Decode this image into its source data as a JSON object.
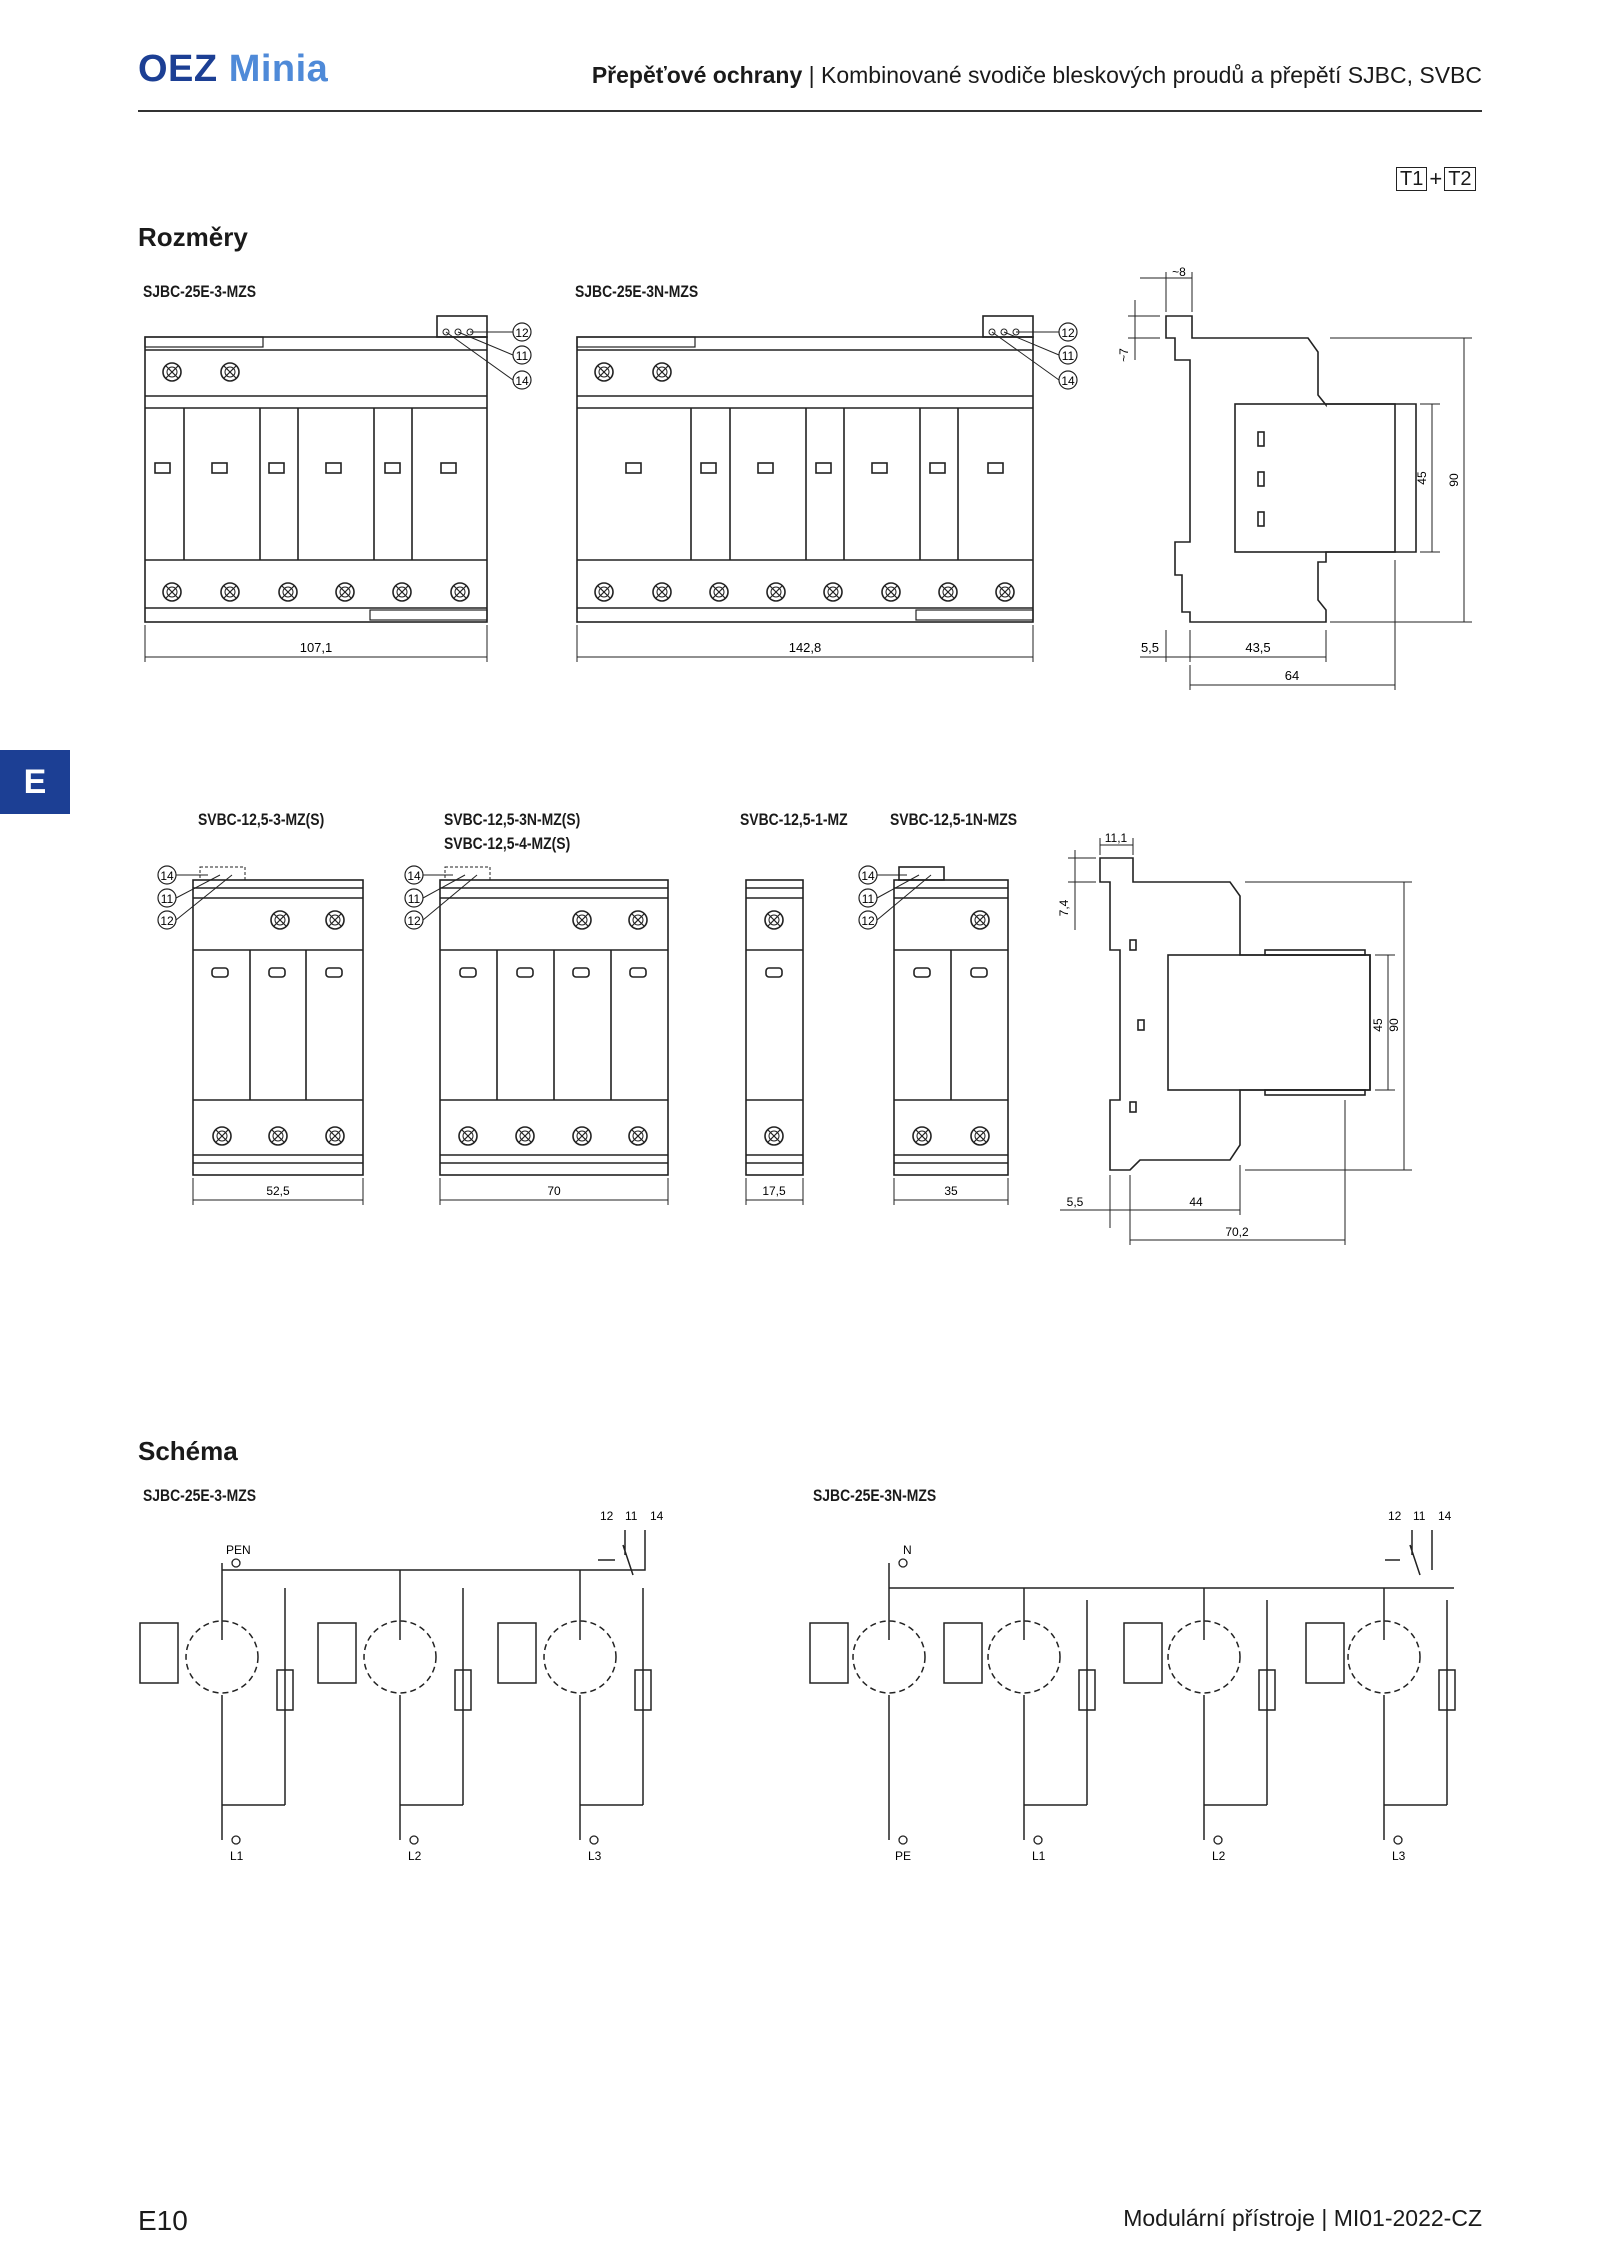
{
  "header": {
    "brand_main": "OEZ",
    "brand_sub": "Minia",
    "title_bold": "Přepěťové ochrany",
    "separator": "|",
    "title_rest": "Kombinované svodiče bleskových proudů a přepětí SJBC, SVBC"
  },
  "class_badge": {
    "t1": "T1",
    "plus": "+",
    "t2": "T2"
  },
  "side_tab": "E",
  "sections": {
    "dimensions_title": "Rozměry",
    "schema_title": "Schéma"
  },
  "dimensions": {
    "sjbc_3": {
      "label": "SJBC-25E-3-MZS",
      "width": "107,1"
    },
    "sjbc_3n": {
      "label": "SJBC-25E-3N-MZS",
      "width": "142,8"
    },
    "sjbc_side": {
      "d_top": "~8",
      "d_left": "~7",
      "d_45": "45",
      "d_90": "90",
      "d_55": "5,5",
      "d_435": "43,5",
      "d_64": "64"
    },
    "terminals": [
      "12",
      "11",
      "14"
    ],
    "svbc_3": {
      "label": "SVBC-12,5-3-MZ(S)",
      "width": "52,5"
    },
    "svbc_3n": {
      "label_1": "SVBC-12,5-3N-MZ(S)",
      "label_2": "SVBC-12,5-4-MZ(S)",
      "width": "70"
    },
    "svbc_1": {
      "label": "SVBC-12,5-1-MZ",
      "width": "17,5"
    },
    "svbc_1n": {
      "label": "SVBC-12,5-1N-MZS",
      "width": "35"
    },
    "svbc_terminals": [
      "14",
      "11",
      "12"
    ],
    "svbc_side": {
      "d_111": "11,1",
      "d_74": "7,4",
      "d_45": "45",
      "d_90": "90",
      "d_55": "5,5",
      "d_44": "44",
      "d_702": "70,2"
    }
  },
  "schema": {
    "left": {
      "label": "SJBC-25E-3-MZS",
      "top_terminal": "PEN",
      "contacts": [
        "12",
        "11",
        "14"
      ],
      "phases": [
        "L1",
        "L2",
        "L3"
      ]
    },
    "right": {
      "label": "SJBC-25E-3N-MZS",
      "top_terminal": "N",
      "contacts": [
        "12",
        "11",
        "14"
      ],
      "phases": [
        "PE",
        "L1",
        "L2",
        "L3"
      ]
    }
  },
  "footer": {
    "page": "E10",
    "right_bold": "Modulární přístroje",
    "separator": "|",
    "right_rest": "MI01-2022-CZ"
  },
  "colors": {
    "brand_dark": "#1c3f94",
    "brand_light": "#4f8ad8",
    "tab": "#1c3f94"
  }
}
